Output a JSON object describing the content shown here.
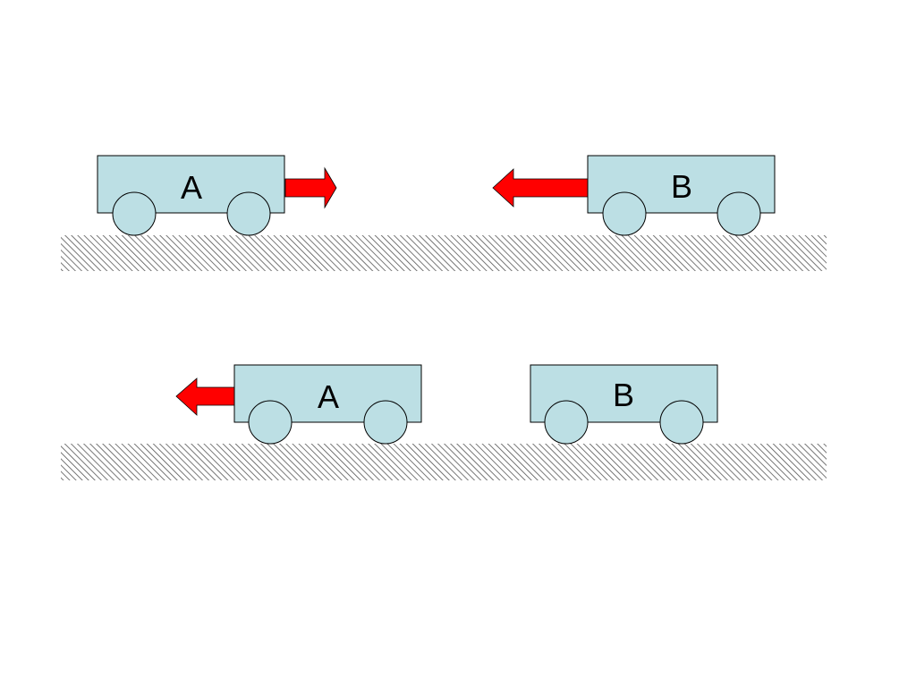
{
  "diagram": {
    "colors": {
      "cart_fill": "#bcdfe4",
      "arrow_fill": "#ff0000",
      "ground_hatch": "#555555",
      "outline": "#000000"
    },
    "scenes": [
      {
        "name": "before-collision",
        "carts": [
          {
            "label": "A",
            "arrow": "right"
          },
          {
            "label": "B",
            "arrow": "left"
          }
        ]
      },
      {
        "name": "after-collision",
        "carts": [
          {
            "label": "A",
            "arrow": "left"
          },
          {
            "label": "B",
            "arrow": "none"
          }
        ]
      }
    ]
  }
}
